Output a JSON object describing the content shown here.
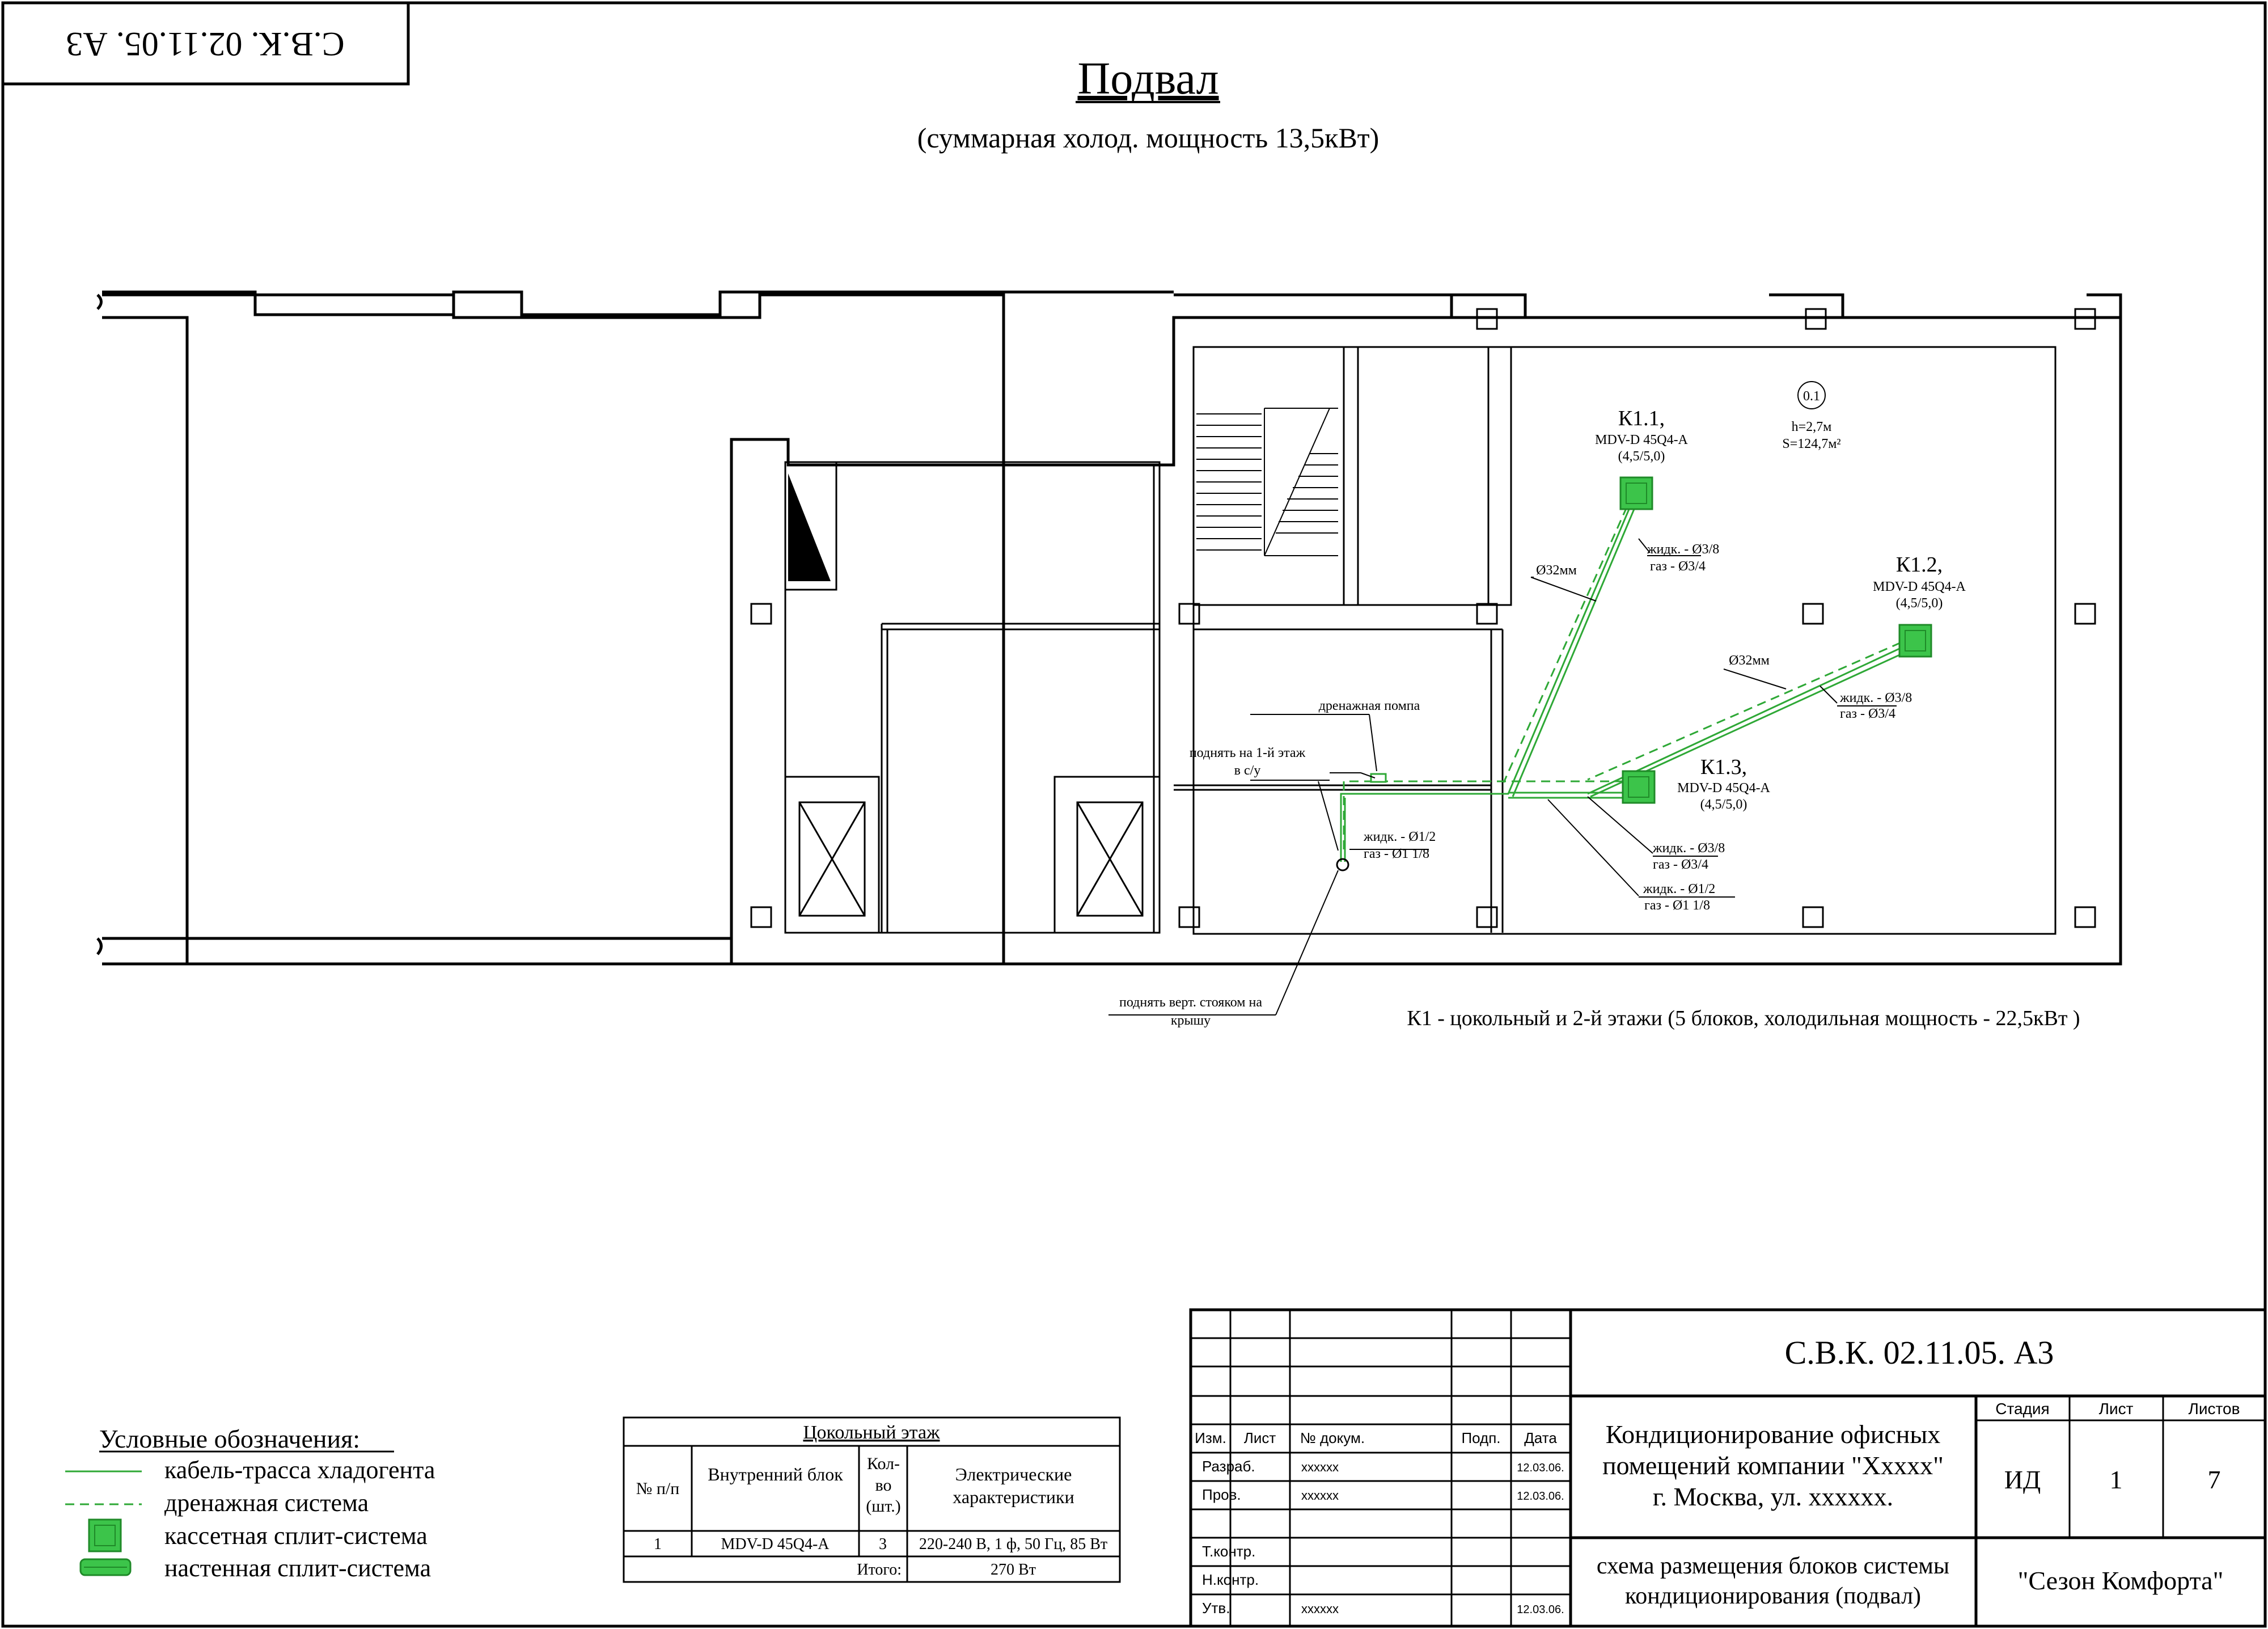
{
  "sheet_code": "С.В.К. 02.11.05. А3",
  "title": "Подвал",
  "subtitle": "(суммарная холод. мощность  13,5кВт)",
  "room": {
    "number": "0.1",
    "height": "h=2,7м",
    "area": "S=124,7м²"
  },
  "units": [
    {
      "id": "К1.1,",
      "model": "MDV-D 45Q4-A",
      "power": "(4,5/5,0)"
    },
    {
      "id": "К1.2,",
      "model": "MDV-D 45Q4-A",
      "power": "(4,5/5,0)"
    },
    {
      "id": "К1.3,",
      "model": "MDV-D 45Q4-A",
      "power": "(4,5/5,0)"
    }
  ],
  "pipe_labels": {
    "drain1": "Ø32мм",
    "drain2": "Ø32мм",
    "k11_liq": "жидк. - Ø3/8",
    "k11_gas": "газ - Ø3/4",
    "k12_liq": "жидк. - Ø3/8",
    "k12_gas": "газ - Ø3/4",
    "k13_liq": "жидк. - Ø3/8",
    "k13_gas": "газ - Ø3/4",
    "main_liq": "жидк. - Ø1/2",
    "main_gas": "газ - Ø1 1/8",
    "riser_liq": "жидк. - Ø1/2",
    "riser_gas": "газ - Ø1 1/8"
  },
  "annotations": {
    "pump": "дренажная помпа",
    "raise1_a": "поднять на 1-й этаж",
    "raise1_b": "в с/у",
    "riser_a": "поднять верт. стояком на",
    "riser_b": "крышу",
    "system_note": "К1 - цокольный и 2-й этажи (5 блоков, холодильная мощность - 22,5кВт )"
  },
  "legend": {
    "title": "Условные обозначения:",
    "items": [
      {
        "icon": "green-solid-line",
        "label": "кабель-трасса хладогента"
      },
      {
        "icon": "green-dashed-line",
        "label": "дренажная система"
      },
      {
        "icon": "green-cassette-square",
        "label": "кассетная сплит-система"
      },
      {
        "icon": "green-wall-unit",
        "label": "настенная сплит-система"
      }
    ]
  },
  "spec_table": {
    "title": "Цокольный этаж",
    "headers": [
      "№ п/п",
      "Внутренний блок",
      "Кол-во (шт.)",
      "Электрические характеристики"
    ],
    "rows": [
      [
        "1",
        "MDV-D 45Q4-A",
        "3",
        "220-240 В, 1 ф, 50 Гц, 85 Вт"
      ]
    ],
    "total_label": "Итого:",
    "total_value": "270 Вт"
  },
  "title_block": {
    "code": "С.В.К. 02.11.05. А3",
    "col_headers": [
      "Изм.",
      "Лист",
      "№ докум.",
      "Подп.",
      "Дата"
    ],
    "roles": [
      {
        "role": "Разраб.",
        "name": "xxxxxx",
        "date": "12.03.06."
      },
      {
        "role": "Пров.",
        "name": "xxxxxx",
        "date": "12.03.06."
      },
      {
        "role": "Т.контр.",
        "name": "",
        "date": ""
      },
      {
        "role": "Н.контр.",
        "name": "",
        "date": ""
      },
      {
        "role": "Утв.",
        "name": "xxxxxx",
        "date": "12.03.06."
      }
    ],
    "project_line1": "Кондиционирование офисных",
    "project_line2": "помещений компании \"Ххххх\"",
    "project_line3": "г. Москва, ул. хххххх.",
    "sheet_title_line1": "схема размещения блоков системы",
    "sheet_title_line2": "кондиционирования (подвал)",
    "stage_label": "Стадия",
    "sheet_label": "Лист",
    "sheets_label": "Листов",
    "stage": "ИД",
    "sheet": "1",
    "sheets": "7",
    "company": "\"Сезон Комфорта\""
  },
  "colors": {
    "pipe_green": "#2ea836",
    "unit_fill": "#3cc44a",
    "line": "#000000"
  }
}
